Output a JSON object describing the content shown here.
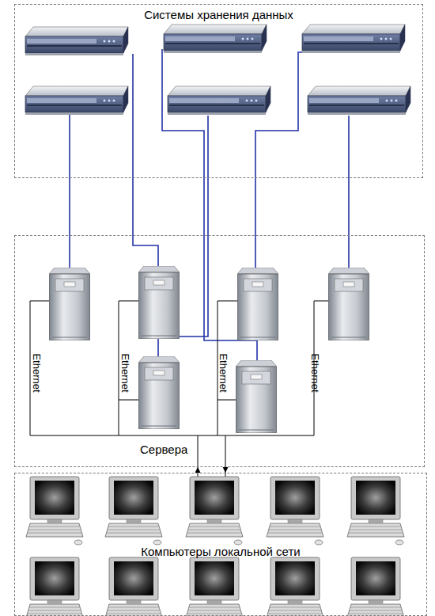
{
  "diagram": {
    "nodes": [
      {
        "text": [
          "Системы хранения данных"
        ]
      },
      {
        "text": [
          "Сервера"
        ]
      },
      {
        "text": [
          "Компьютеры локальной сети"
        ]
      }
    ],
    "edges": [
      {
        "from": 2,
        "to": 1,
        "arrow": "to"
      },
      {
        "from": 1,
        "to": 2,
        "arrow": "to"
      }
    ],
    "labels": [
      "Ethernet",
      "Ethernet",
      "Ethernet",
      "Ethernet"
    ]
  }
}
